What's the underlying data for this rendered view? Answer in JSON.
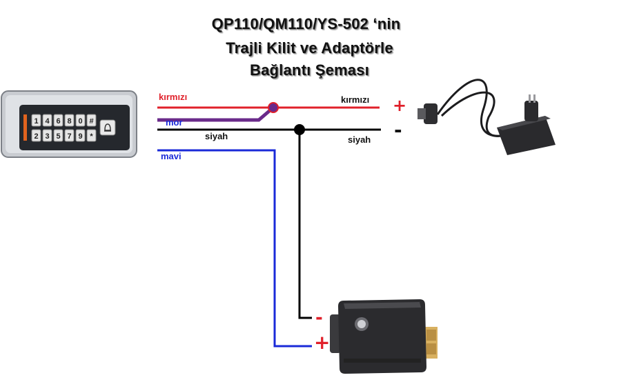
{
  "title": {
    "line1": "QP110/QM110/YS-502  ‘nin",
    "line2": "Trajli Kilit ve Adaptörle",
    "line3": "Bağlantı Şeması"
  },
  "wires": {
    "red_left": "kırmızı",
    "red_right": "kırmızı",
    "purple": "mor",
    "black_left": "siyah",
    "black_right": "siyah",
    "blue": "mavi"
  },
  "signs": {
    "adapter_plus": "+",
    "adapter_minus": "-",
    "lock_minus": "-",
    "lock_plus": "+"
  },
  "keypad": {
    "keys": [
      "1",
      "2",
      "3",
      "4",
      "5",
      "6",
      "7",
      "8",
      "9",
      "0",
      "*",
      "#"
    ]
  },
  "colors": {
    "red": "#e0202a",
    "purple": "#6a2a8a",
    "black": "#000000",
    "blue": "#1a2ad8"
  }
}
